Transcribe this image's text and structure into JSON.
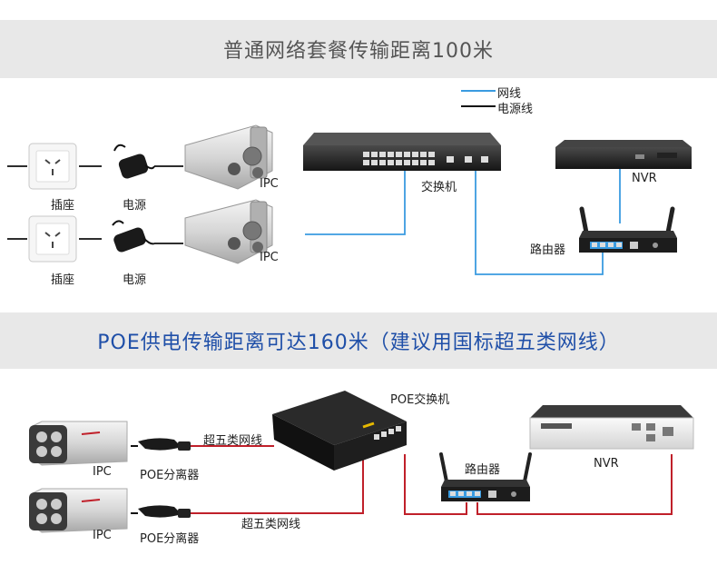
{
  "section1": {
    "title": "普通网络套餐传输距离100米",
    "legend": {
      "network_line": "网线",
      "power_line": "电源线"
    },
    "labels": {
      "socket": "插座",
      "power_supply": "电源",
      "ipc": "IPC",
      "switch": "交换机",
      "nvr": "NVR",
      "router": "路由器"
    }
  },
  "section2": {
    "title": "POE供电传输距离可达160米（建议用国标超五类网线）",
    "labels": {
      "poe_switch": "POE交换机",
      "router": "路由器",
      "nvr": "NVR",
      "ipc": "IPC",
      "poe_splitter": "POE分离器",
      "cat5e_cable": "超五类网线"
    }
  },
  "colors": {
    "network": "#3a9be0",
    "power": "#111111",
    "cat5e": "#c0202a",
    "title2": "#1f4fa8"
  },
  "icons": [
    "wall-socket-icon",
    "power-adapter-icon",
    "ip-camera-icon",
    "network-switch-icon",
    "nvr-icon",
    "router-icon",
    "poe-switch-icon",
    "poe-splitter-icon"
  ]
}
